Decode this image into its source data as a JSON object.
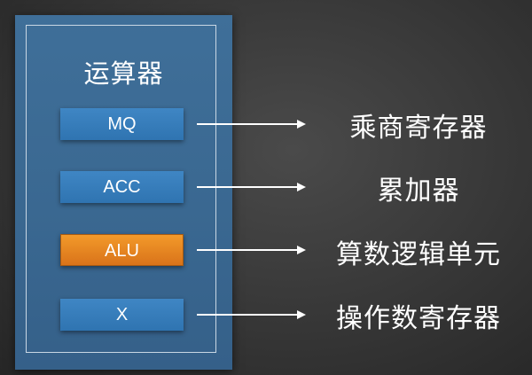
{
  "panel": {
    "title": "运算器"
  },
  "registers": [
    {
      "id": "mq",
      "label": "MQ",
      "description": "乘商寄存器",
      "highlight": false
    },
    {
      "id": "acc",
      "label": "ACC",
      "description": "累加器",
      "highlight": false
    },
    {
      "id": "alu",
      "label": "ALU",
      "description": "算数逻辑单元",
      "highlight": true
    },
    {
      "id": "x",
      "label": "X",
      "description": "操作数寄存器",
      "highlight": false
    }
  ],
  "colors": {
    "panel": "#3a6891",
    "register": "#2f74b1",
    "alu_highlight": "#e5801f",
    "background": "#3a3a3a",
    "text": "#ffffff"
  }
}
